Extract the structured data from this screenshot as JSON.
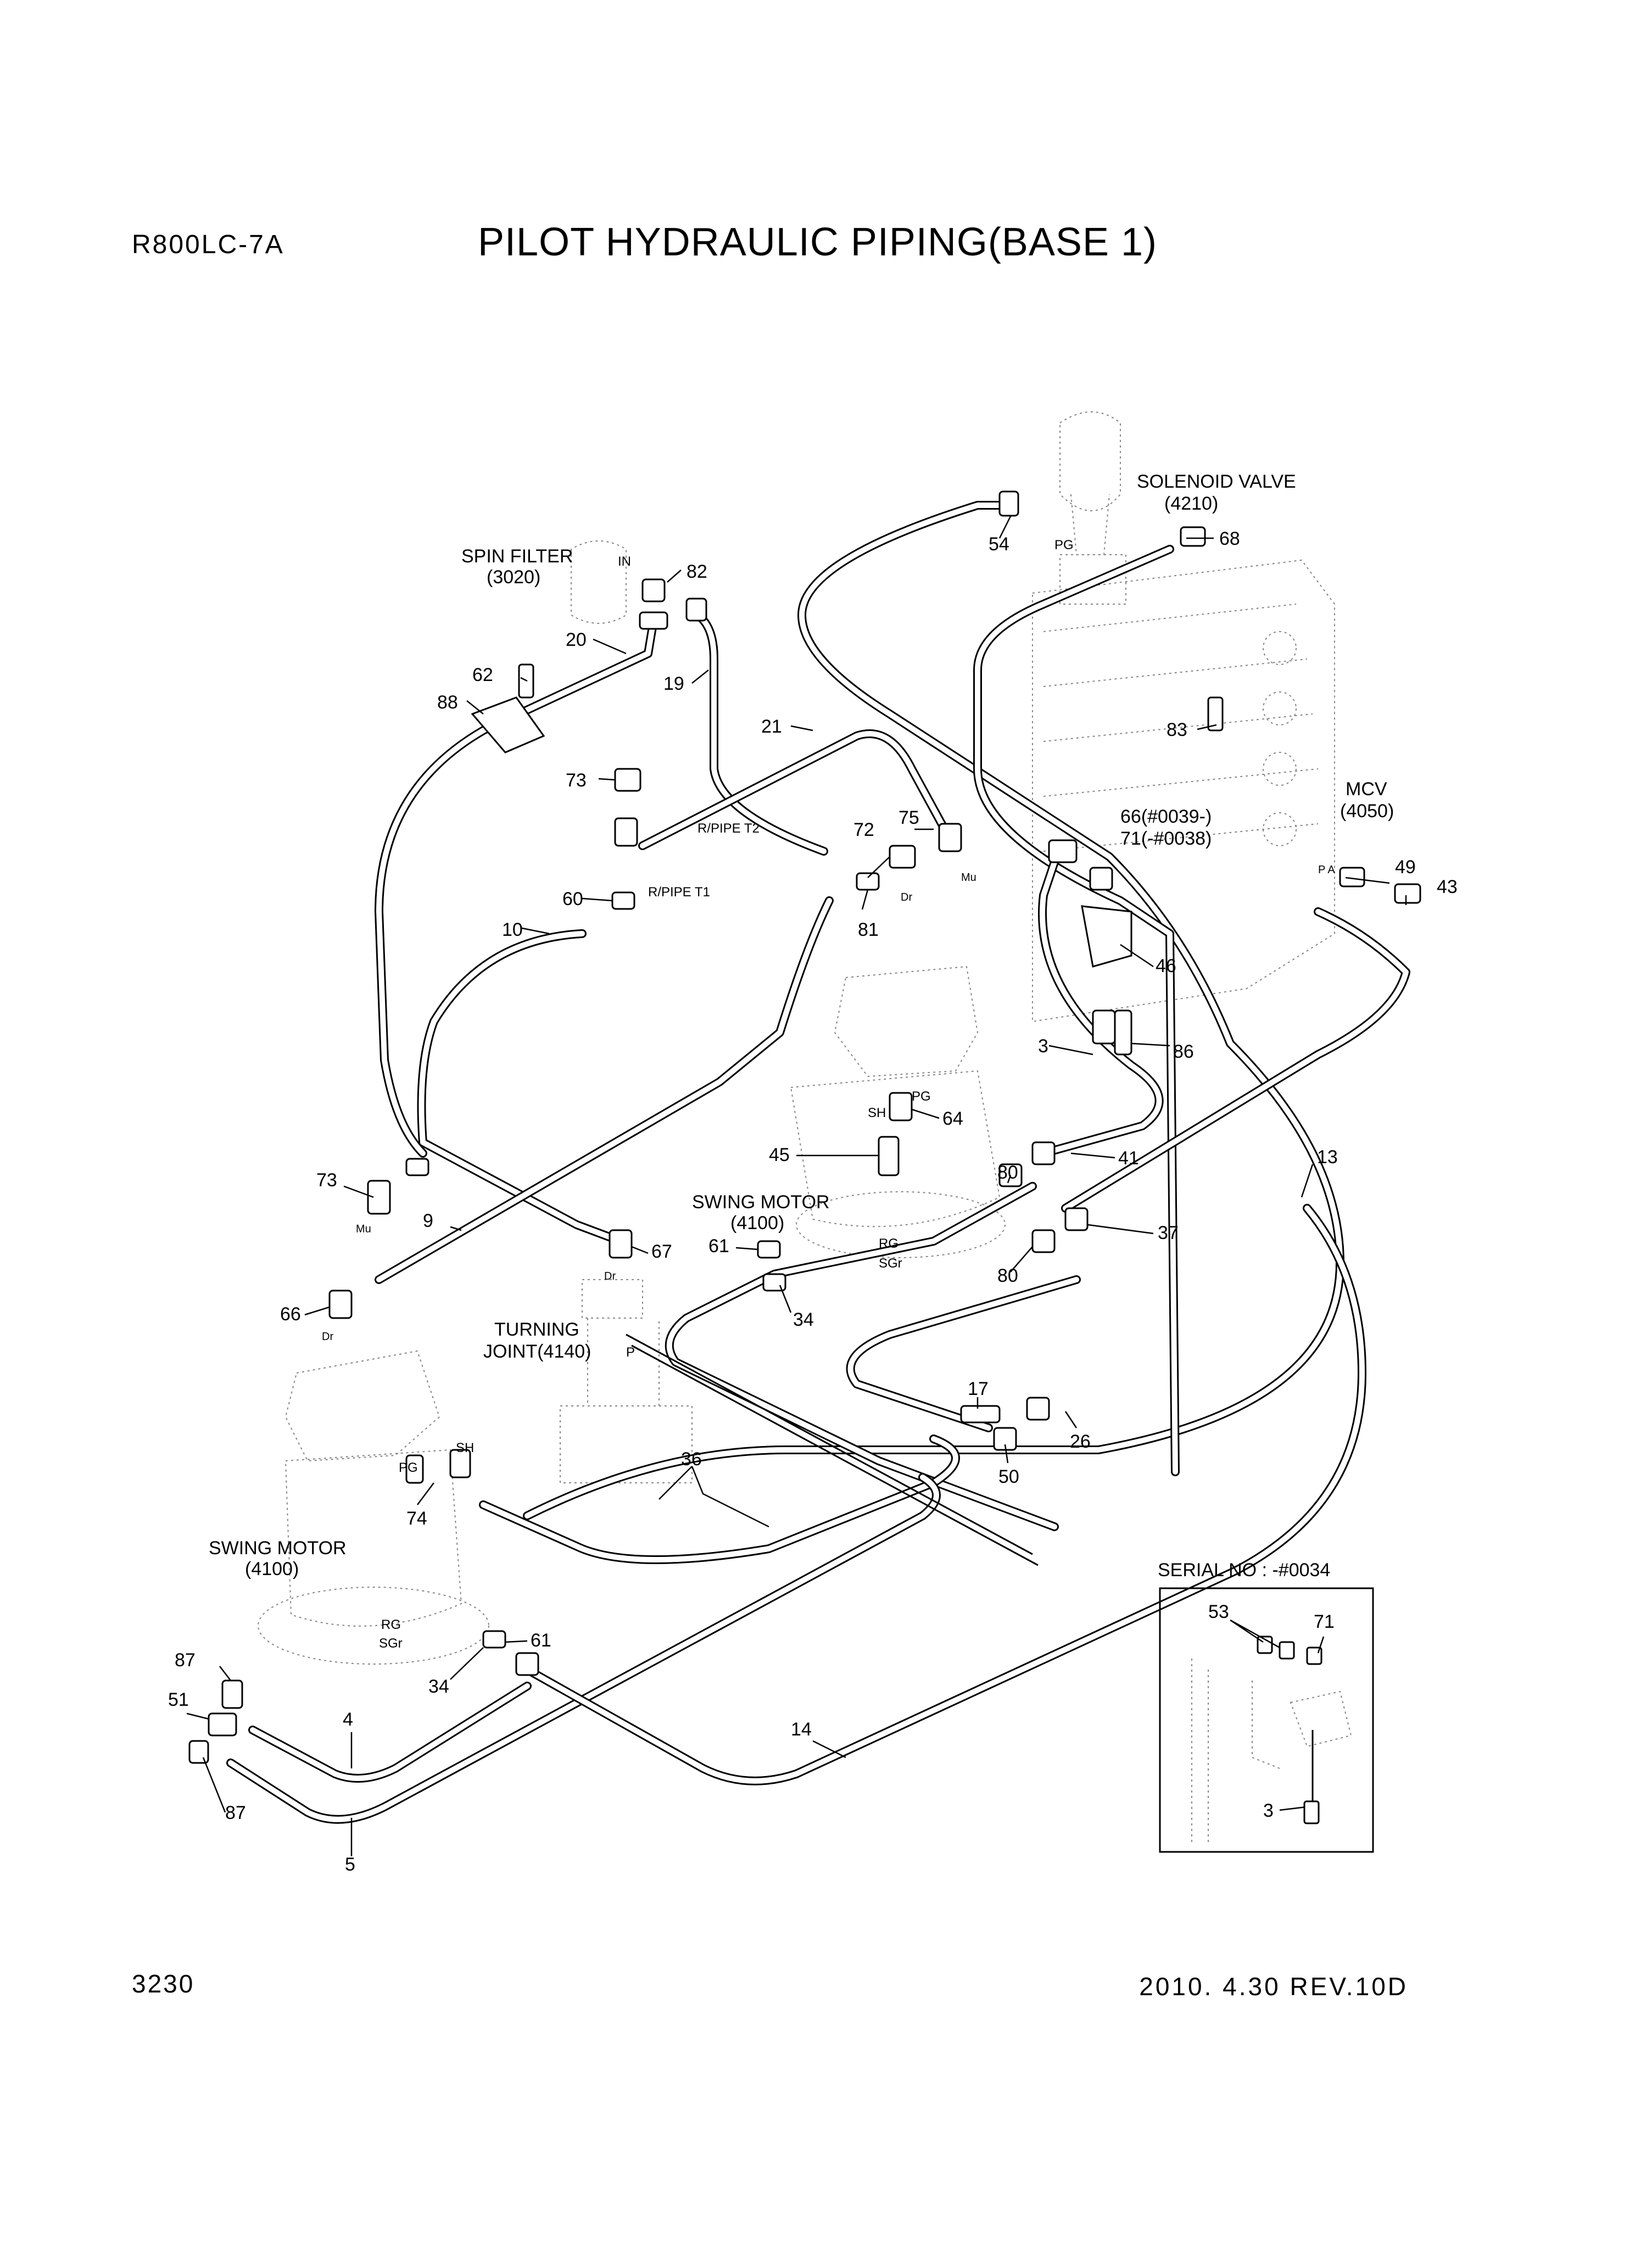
{
  "header": {
    "model": "R800LC-7A",
    "title": "PILOT HYDRAULIC PIPING(BASE 1)"
  },
  "footer": {
    "page_number": "3230",
    "revision": "2010. 4.30  REV.10D"
  },
  "components": {
    "spin_filter": {
      "name": "SPIN FILTER",
      "code": "(3020)",
      "port_in": "IN"
    },
    "solenoid_valve": {
      "name": "SOLENOID VALVE",
      "code": "(4210)",
      "port": "PG"
    },
    "mcv": {
      "name": "MCV",
      "code": "(4050)",
      "port": "P A"
    },
    "swing_motor_upper": {
      "name": "SWING MOTOR",
      "code": "(4100)",
      "ports": [
        "SH",
        "PG",
        "RG",
        "SGr"
      ]
    },
    "swing_motor_lower": {
      "name": "SWING MOTOR",
      "code": "(4100)",
      "ports": [
        "PG",
        "SH",
        "RG",
        "SGr"
      ]
    },
    "turning_joint": {
      "name": "TURNING",
      "name2": "JOINT(4140)",
      "port_dr": "Dr",
      "port_p": "P"
    }
  },
  "pipe_labels": {
    "r_pipe_t2": "R/PIPE T2",
    "r_pipe_t1": "R/PIPE T1",
    "port_dr_72": "Dr",
    "port_mu_75": "Mu",
    "port_mu_73": "Mu",
    "port_dr_66": "Dr",
    "port_dr_67": "Dr"
  },
  "callouts": {
    "c54": "54",
    "c68": "68",
    "c82": "82",
    "c20": "20",
    "c62": "62",
    "c19": "19",
    "c88": "88",
    "c83": "83",
    "c21": "21",
    "c73a": "73",
    "c72": "72",
    "c75": "75",
    "c66a": "66(#0039-)",
    "c71a": "71(-#0038)",
    "c49": "49",
    "c43": "43",
    "c60": "60",
    "c81": "81",
    "c10": "10",
    "c46": "46",
    "c3a": "3",
    "c86": "86",
    "c64": "64",
    "c45": "45",
    "c80a": "80",
    "c41": "41",
    "c13": "13",
    "c73b": "73",
    "c9": "9",
    "c67": "67",
    "c61a": "61",
    "c37": "37",
    "c80b": "80",
    "c66b": "66",
    "c34a": "34",
    "c17": "17",
    "c36": "36",
    "c26": "26",
    "c50": "50",
    "c74": "74",
    "c61b": "61",
    "c34b": "34",
    "c87a": "87",
    "c51": "51",
    "c4": "4",
    "c14": "14",
    "c87b": "87",
    "c5": "5"
  },
  "inset": {
    "title": "SERIAL NO : -#0034",
    "c53": "53",
    "c71": "71",
    "c3": "3"
  }
}
